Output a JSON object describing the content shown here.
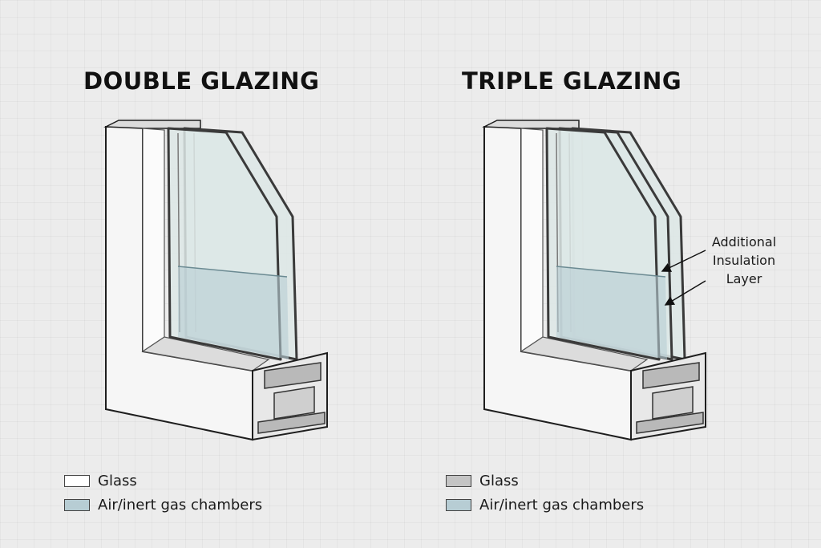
{
  "panels": {
    "double": {
      "title": "DOUBLE GLAZING",
      "legend": [
        {
          "label": "Glass",
          "swatch": "#ffffff"
        },
        {
          "label": "Air/inert gas chambers",
          "swatch": "#b7cdd4"
        }
      ]
    },
    "triple": {
      "title": "TRIPLE GLAZING",
      "annotation": [
        "Additional",
        "Insulation",
        "Layer"
      ],
      "legend": [
        {
          "label": "Glass",
          "swatch": "#c4c4c4"
        },
        {
          "label": "Air/inert gas chambers",
          "swatch": "#b7cdd4"
        }
      ]
    }
  },
  "colors": {
    "frame": "#f6f6f6",
    "frame_shade": "#dcdcdc",
    "frame_outline": "#1e1e1e",
    "glass": "#dde8e6",
    "gas_fill": "#b7cdd4",
    "pane_edge": "#3a3a3a"
  }
}
